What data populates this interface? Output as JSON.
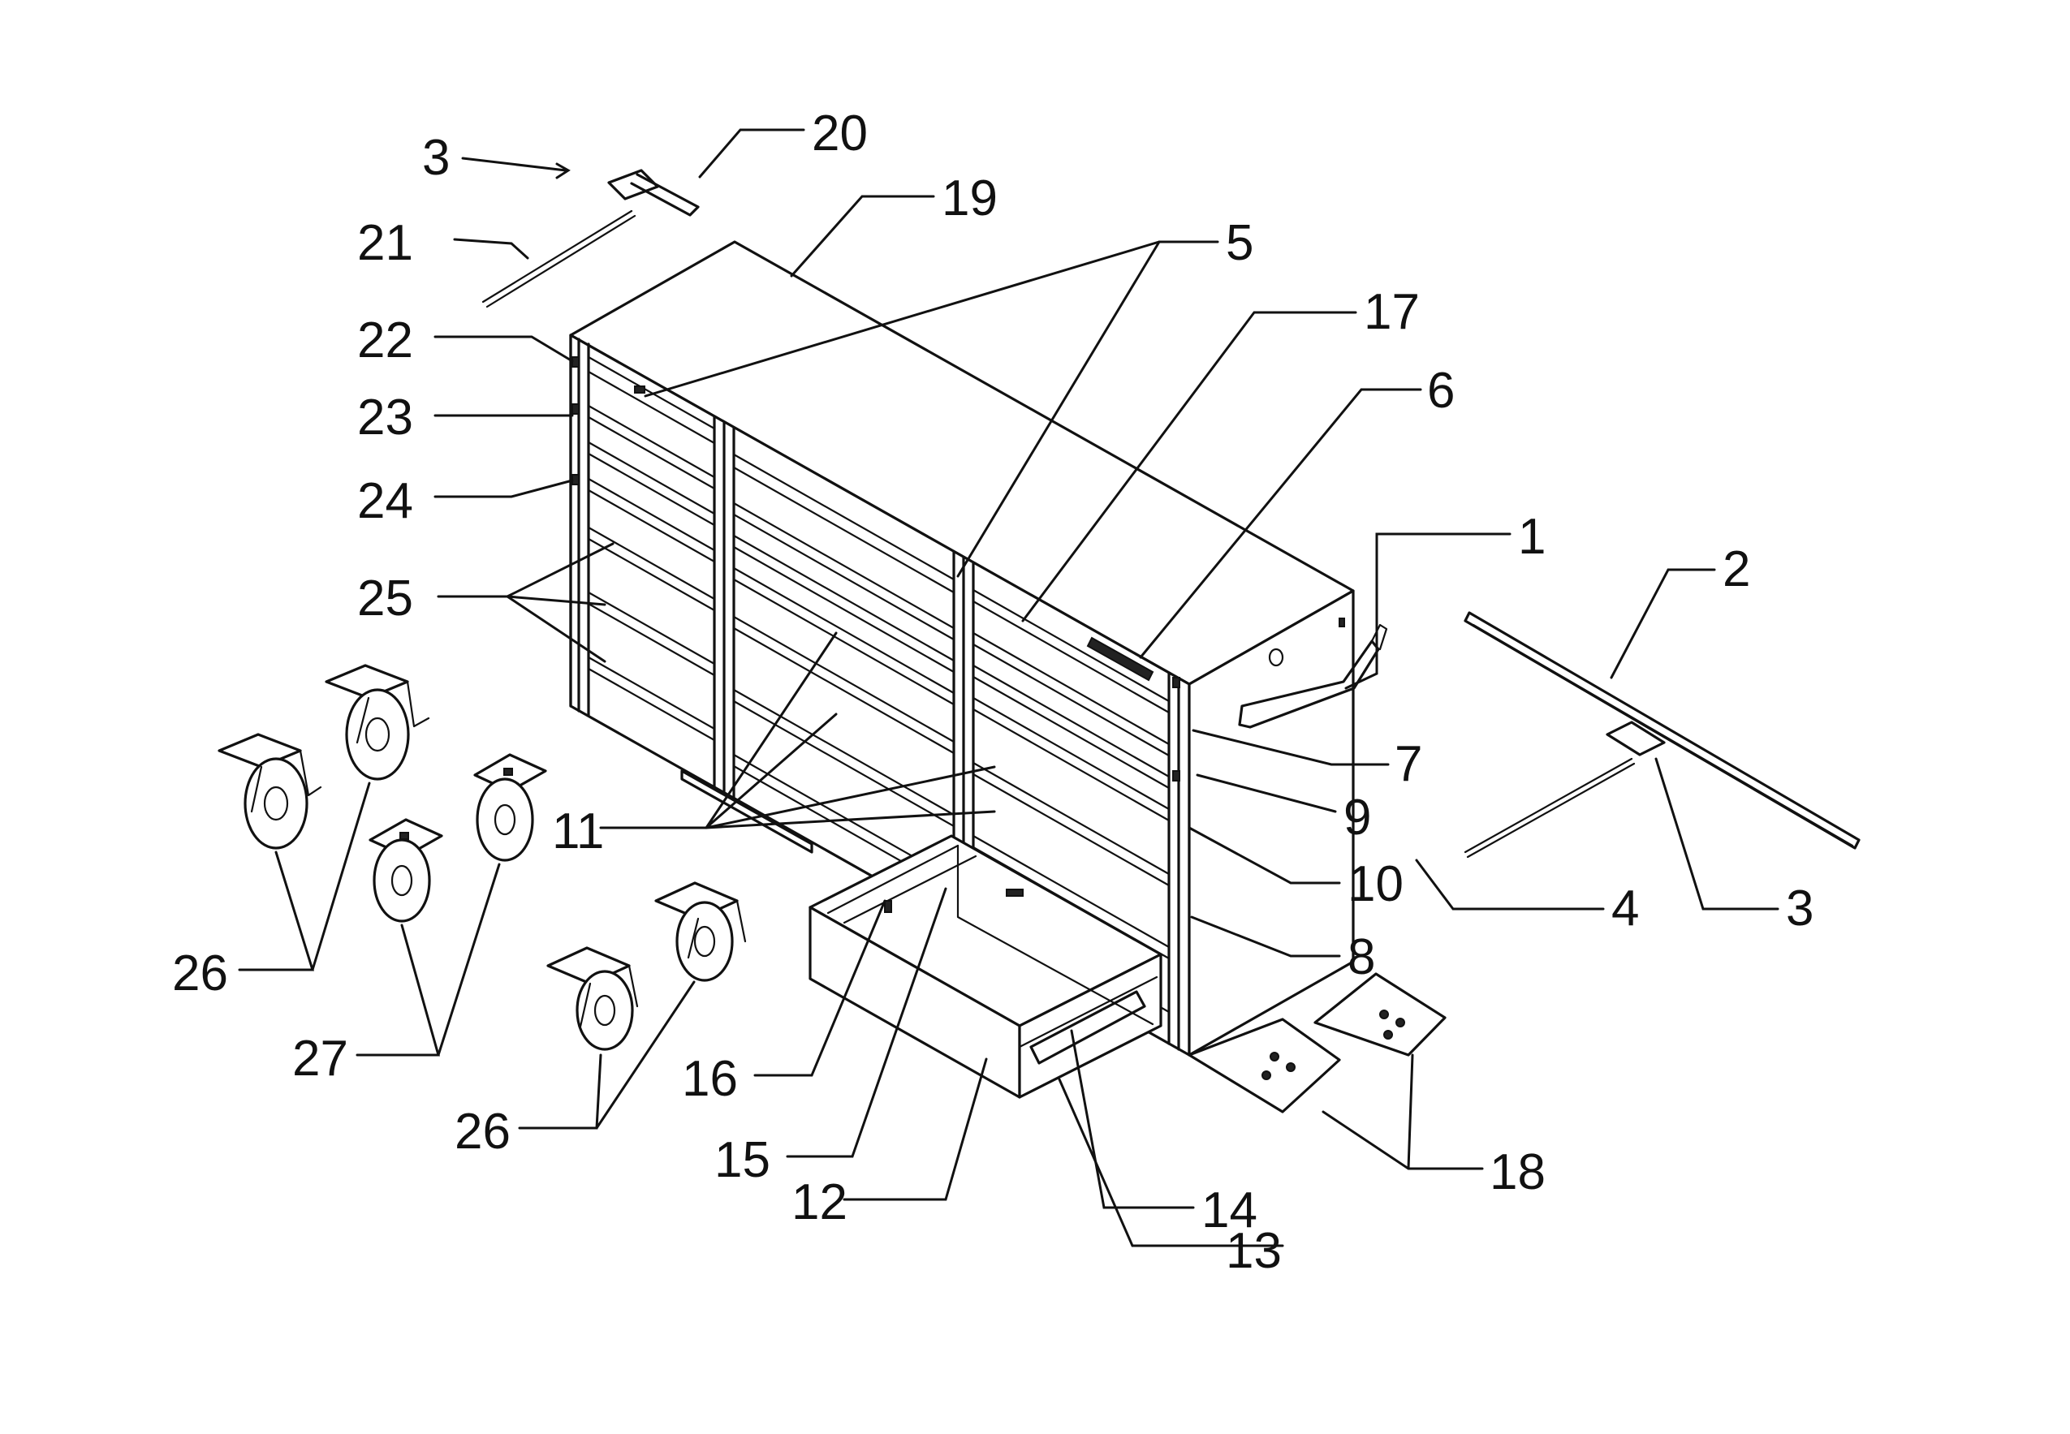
{
  "callouts": [
    {
      "id": "c1",
      "text": "1"
    },
    {
      "id": "c2",
      "text": "2"
    },
    {
      "id": "c3a",
      "text": "3"
    },
    {
      "id": "c3b",
      "text": "3"
    },
    {
      "id": "c4",
      "text": "4"
    },
    {
      "id": "c5",
      "text": "5"
    },
    {
      "id": "c6",
      "text": "6"
    },
    {
      "id": "c7",
      "text": "7"
    },
    {
      "id": "c8",
      "text": "8"
    },
    {
      "id": "c9",
      "text": "9"
    },
    {
      "id": "c10",
      "text": "10"
    },
    {
      "id": "c11",
      "text": "11"
    },
    {
      "id": "c12",
      "text": "12"
    },
    {
      "id": "c13",
      "text": "13"
    },
    {
      "id": "c14",
      "text": "14"
    },
    {
      "id": "c15",
      "text": "15"
    },
    {
      "id": "c16",
      "text": "16"
    },
    {
      "id": "c17",
      "text": "17"
    },
    {
      "id": "c18",
      "text": "18"
    },
    {
      "id": "c19",
      "text": "19"
    },
    {
      "id": "c20",
      "text": "20"
    },
    {
      "id": "c21",
      "text": "21"
    },
    {
      "id": "c22",
      "text": "22"
    },
    {
      "id": "c23",
      "text": "23"
    },
    {
      "id": "c24",
      "text": "24"
    },
    {
      "id": "c25",
      "text": "25"
    },
    {
      "id": "c26a",
      "text": "26"
    },
    {
      "id": "c26b",
      "text": "26"
    },
    {
      "id": "c27",
      "text": "27"
    }
  ],
  "colors": {
    "line": "#111111",
    "background": "#ffffff"
  }
}
